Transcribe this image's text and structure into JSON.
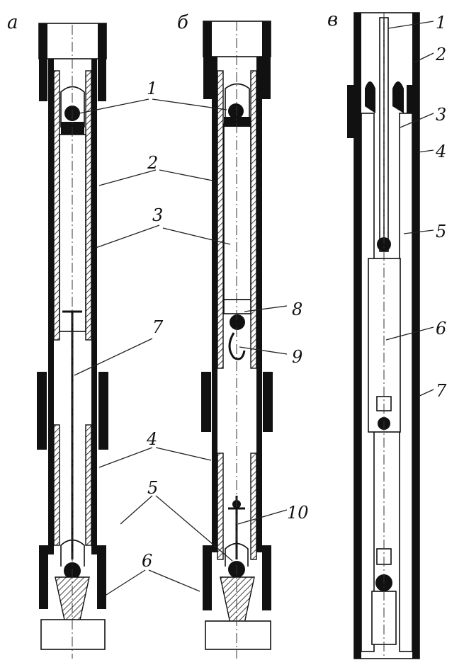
{
  "panels": [
    {
      "letter": "a",
      "labels": [
        "1",
        "2",
        "3",
        "7",
        "4",
        "5",
        "6"
      ]
    },
    {
      "letter": "б",
      "labels": [
        "8",
        "9",
        "10"
      ]
    },
    {
      "letter": "в",
      "labels": [
        "1",
        "2",
        "3",
        "4",
        "5",
        "6",
        "7"
      ]
    }
  ]
}
